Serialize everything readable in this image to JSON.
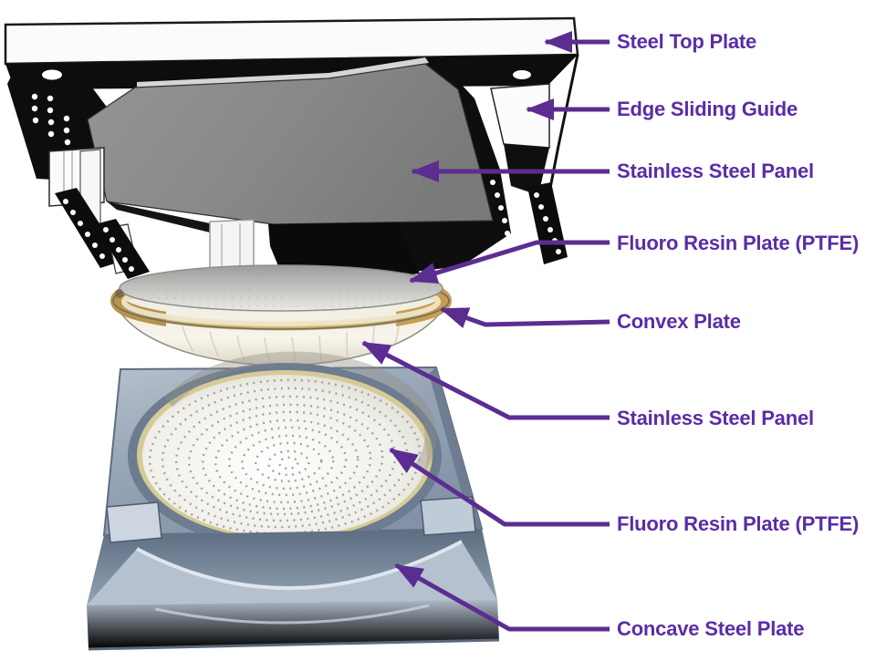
{
  "figure": {
    "type": "labeled-exploded-diagram",
    "labels": [
      {
        "text": "Steel Top Plate"
      },
      {
        "text": "Edge Sliding Guide"
      },
      {
        "text": "Stainless Steel Panel"
      },
      {
        "text": "Fluoro Resin Plate (PTFE)"
      },
      {
        "text": "Convex Plate"
      },
      {
        "text": "Stainless Steel Panel"
      },
      {
        "text": "Fluoro Resin Plate (PTFE)"
      },
      {
        "text": "Concave Steel Plate"
      }
    ],
    "colors": {
      "label_text": "#5b2ca6",
      "arrow": "#5c2d91",
      "gold_rim": "#c9a74f",
      "base_plate": "#93a1b4",
      "panel_gray": "#8a8a8a",
      "ptfe_white": "#f4f3ee"
    }
  }
}
